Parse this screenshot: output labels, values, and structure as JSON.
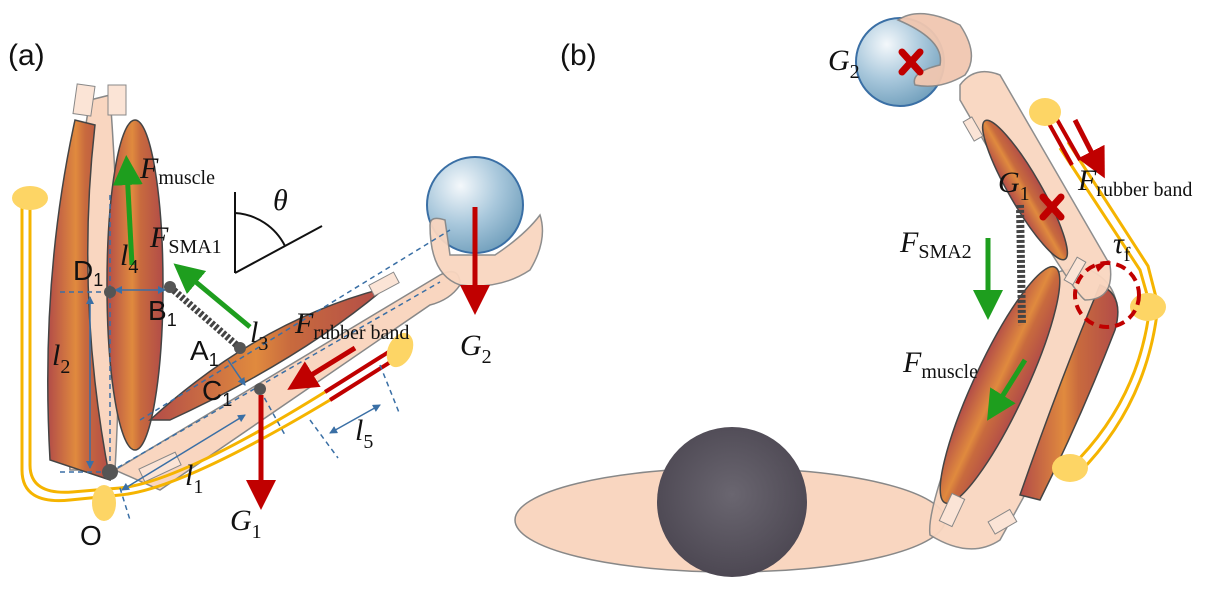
{
  "panels": {
    "a": {
      "label": "(a)",
      "points": {
        "D": {
          "main": "D",
          "sub": "1"
        },
        "B": {
          "main": "B",
          "sub": "1"
        },
        "A": {
          "main": "A",
          "sub": "1"
        },
        "C": {
          "main": "C",
          "sub": "1"
        },
        "O": {
          "main": "O"
        }
      },
      "lengths": {
        "l1": {
          "main": "l",
          "sub": "1"
        },
        "l2": {
          "main": "l",
          "sub": "2"
        },
        "l3": {
          "main": "l",
          "sub": "3"
        },
        "l4": {
          "main": "l",
          "sub": "4"
        },
        "l5": {
          "main": "l",
          "sub": "5"
        }
      },
      "angle": "θ",
      "forces": {
        "muscle": {
          "main": "F",
          "sub": "muscle"
        },
        "sma1": {
          "main": "F",
          "sub": "SMA1"
        },
        "rubber_band": {
          "main": "F",
          "sub": "rubber band"
        },
        "g1": {
          "main": "G",
          "sub": "1"
        },
        "g2": {
          "main": "G",
          "sub": "2"
        }
      }
    },
    "b": {
      "label": "(b)",
      "forces": {
        "g2": {
          "main": "G",
          "sub": "2"
        },
        "g1": {
          "main": "G",
          "sub": "1"
        },
        "rubber_band": {
          "main": "F",
          "sub": "rubber band"
        },
        "sma2": {
          "main": "F",
          "sub": "SMA2"
        },
        "muscle": {
          "main": "F",
          "sub": "muscle"
        },
        "torque": {
          "main": "τ",
          "sub": "f"
        }
      }
    }
  },
  "colors": {
    "skin": "#f9d6c0",
    "muscle": "#b9514a",
    "muscle_highlight": "#e8923f",
    "band": "#f5b400",
    "anchor": "#fdd565",
    "force_red": "#c00000",
    "force_green": "#1e9e1e",
    "dim_blue": "#3a6fa5",
    "joint_gray": "#555555",
    "ball_blue": "#a9c8dc",
    "ball_dark": "#5a5560"
  }
}
